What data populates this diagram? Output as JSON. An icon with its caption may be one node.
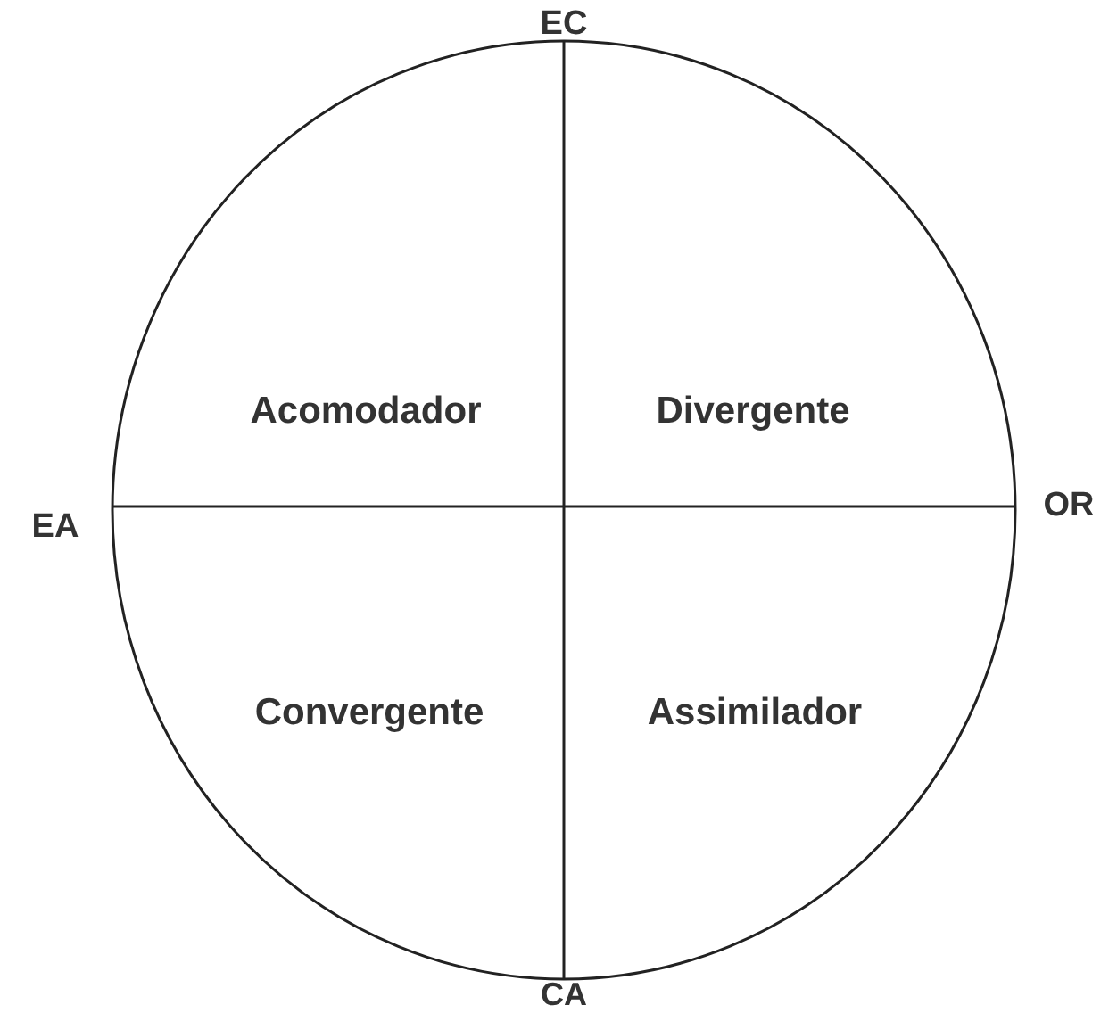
{
  "diagram": {
    "labels": [
      "EC",
      "Acomodador",
      "Divergente",
      "EA",
      "OR",
      "Convergente",
      "Assimilador",
      "CA"
    ]
  }
}
